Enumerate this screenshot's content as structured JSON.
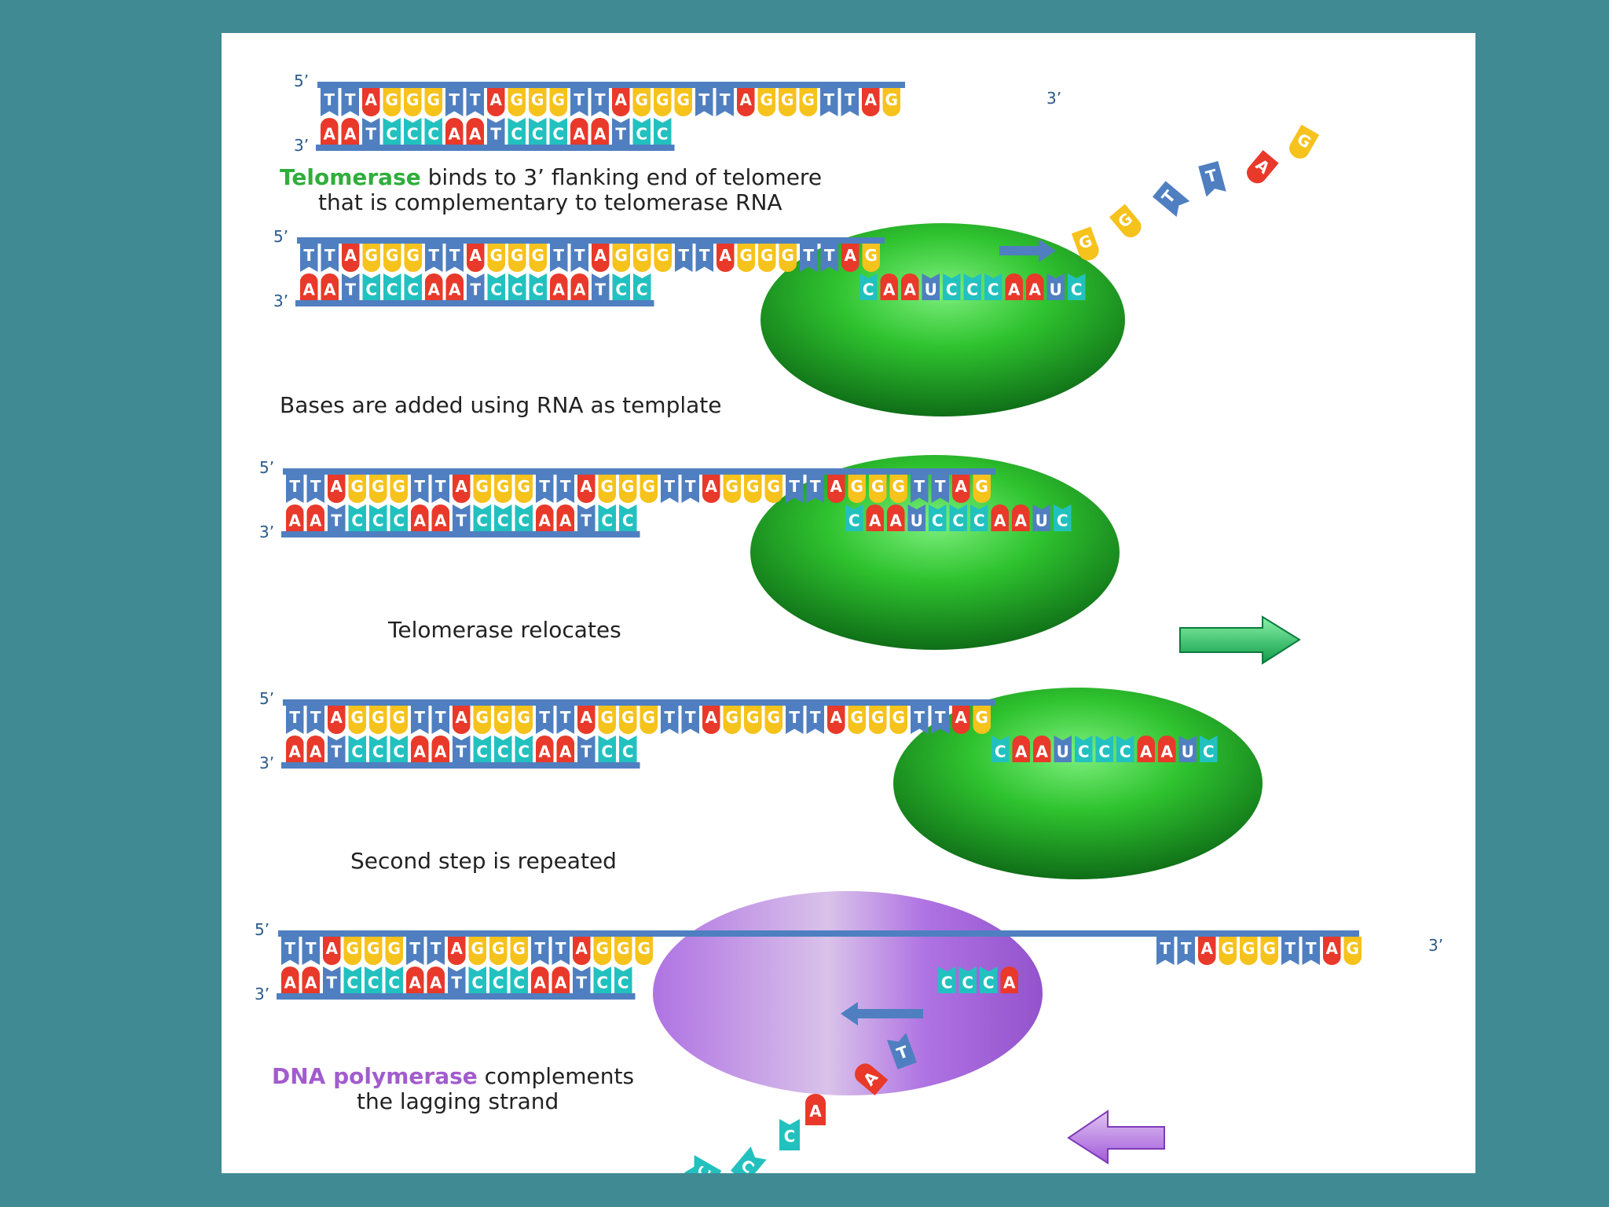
{
  "colors": {
    "A": "#e8392a",
    "G": "#f6c21c",
    "T": "#4f7fc0",
    "C": "#22c1bf",
    "U": "#4f7fc0",
    "backbone": "#4f7fc0",
    "telomerase": "#2fae3b",
    "polymerase": "#b070dd",
    "background": "#3f8a93"
  },
  "end_labels": {
    "five_prime": "5’",
    "three_prime": "3’"
  },
  "sequences": {
    "leading_strand": "TTAGGGTTAGGGTTAGGGTTAGGGTTAG",
    "lagging_strand": "AATCCCAATCCCAATCC",
    "telomerase_rna": "CAAUCCCAAUC"
  },
  "captions": {
    "step1_enzyme": "Telomerase",
    "step1_rest": " binds to 3’ flanking end of telomere",
    "step1_line2": "that is complementary to telomerase RNA",
    "step2": "Bases are added using RNA as template",
    "step3": "Telomerase relocates",
    "step4": "Second step is repeated",
    "step5_enzyme": "DNA polymerase",
    "step5_rest": " complements",
    "step5_line2": "the lagging strand"
  },
  "free_nucleotides": {
    "incoming_to_telomerase": [
      "G",
      "G",
      "T",
      "T",
      "A",
      "G"
    ],
    "polymerase_area": [
      "T",
      "A",
      "A",
      "C",
      "C",
      "C"
    ]
  },
  "polymerase_primer": [
    "C",
    "C",
    "C",
    "A"
  ],
  "final_right_segment": "TTAGGGTTAG"
}
